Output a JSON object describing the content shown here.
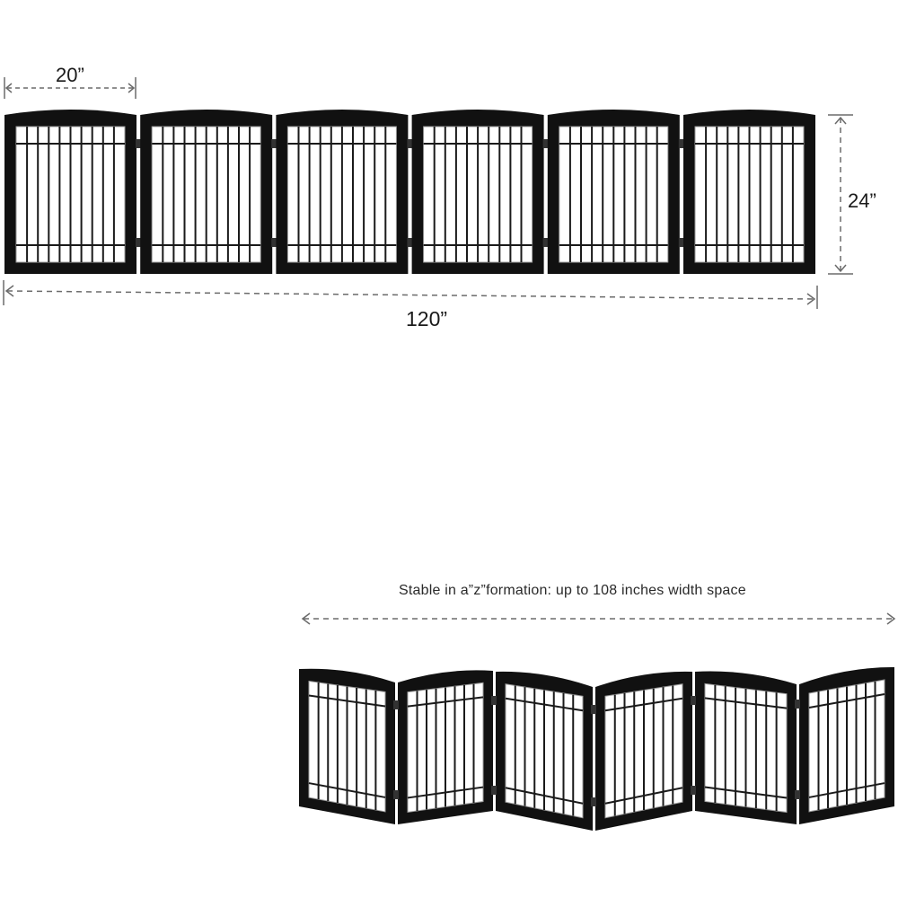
{
  "dimensions": {
    "panel_width": "20”",
    "height": "24”",
    "total_width": "120”"
  },
  "z_formation": {
    "caption": "Stable in a”z”formation: up to 108 inches width space"
  },
  "gate": {
    "panel_count": 6,
    "frame_color": "#111111",
    "dimension_line_color": "#6b6b6b"
  }
}
